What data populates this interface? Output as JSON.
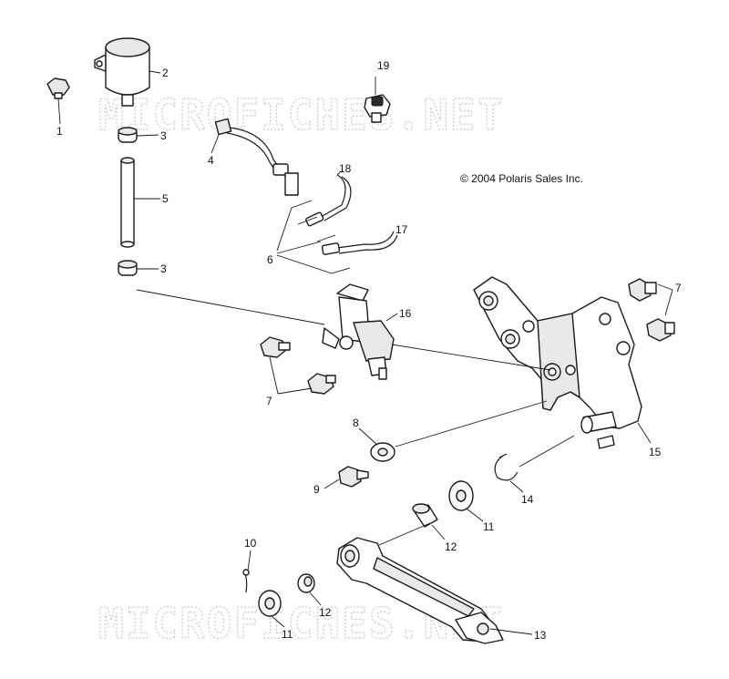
{
  "watermark": "MICROFICHES.NET",
  "copyright": "© 2004 Polaris Sales Inc.",
  "callouts": [
    "1",
    "2",
    "3",
    "3",
    "4",
    "5",
    "6",
    "7",
    "7",
    "8",
    "9",
    "10",
    "11",
    "11",
    "12",
    "12",
    "13",
    "14",
    "15",
    "16",
    "17",
    "18",
    "19"
  ]
}
